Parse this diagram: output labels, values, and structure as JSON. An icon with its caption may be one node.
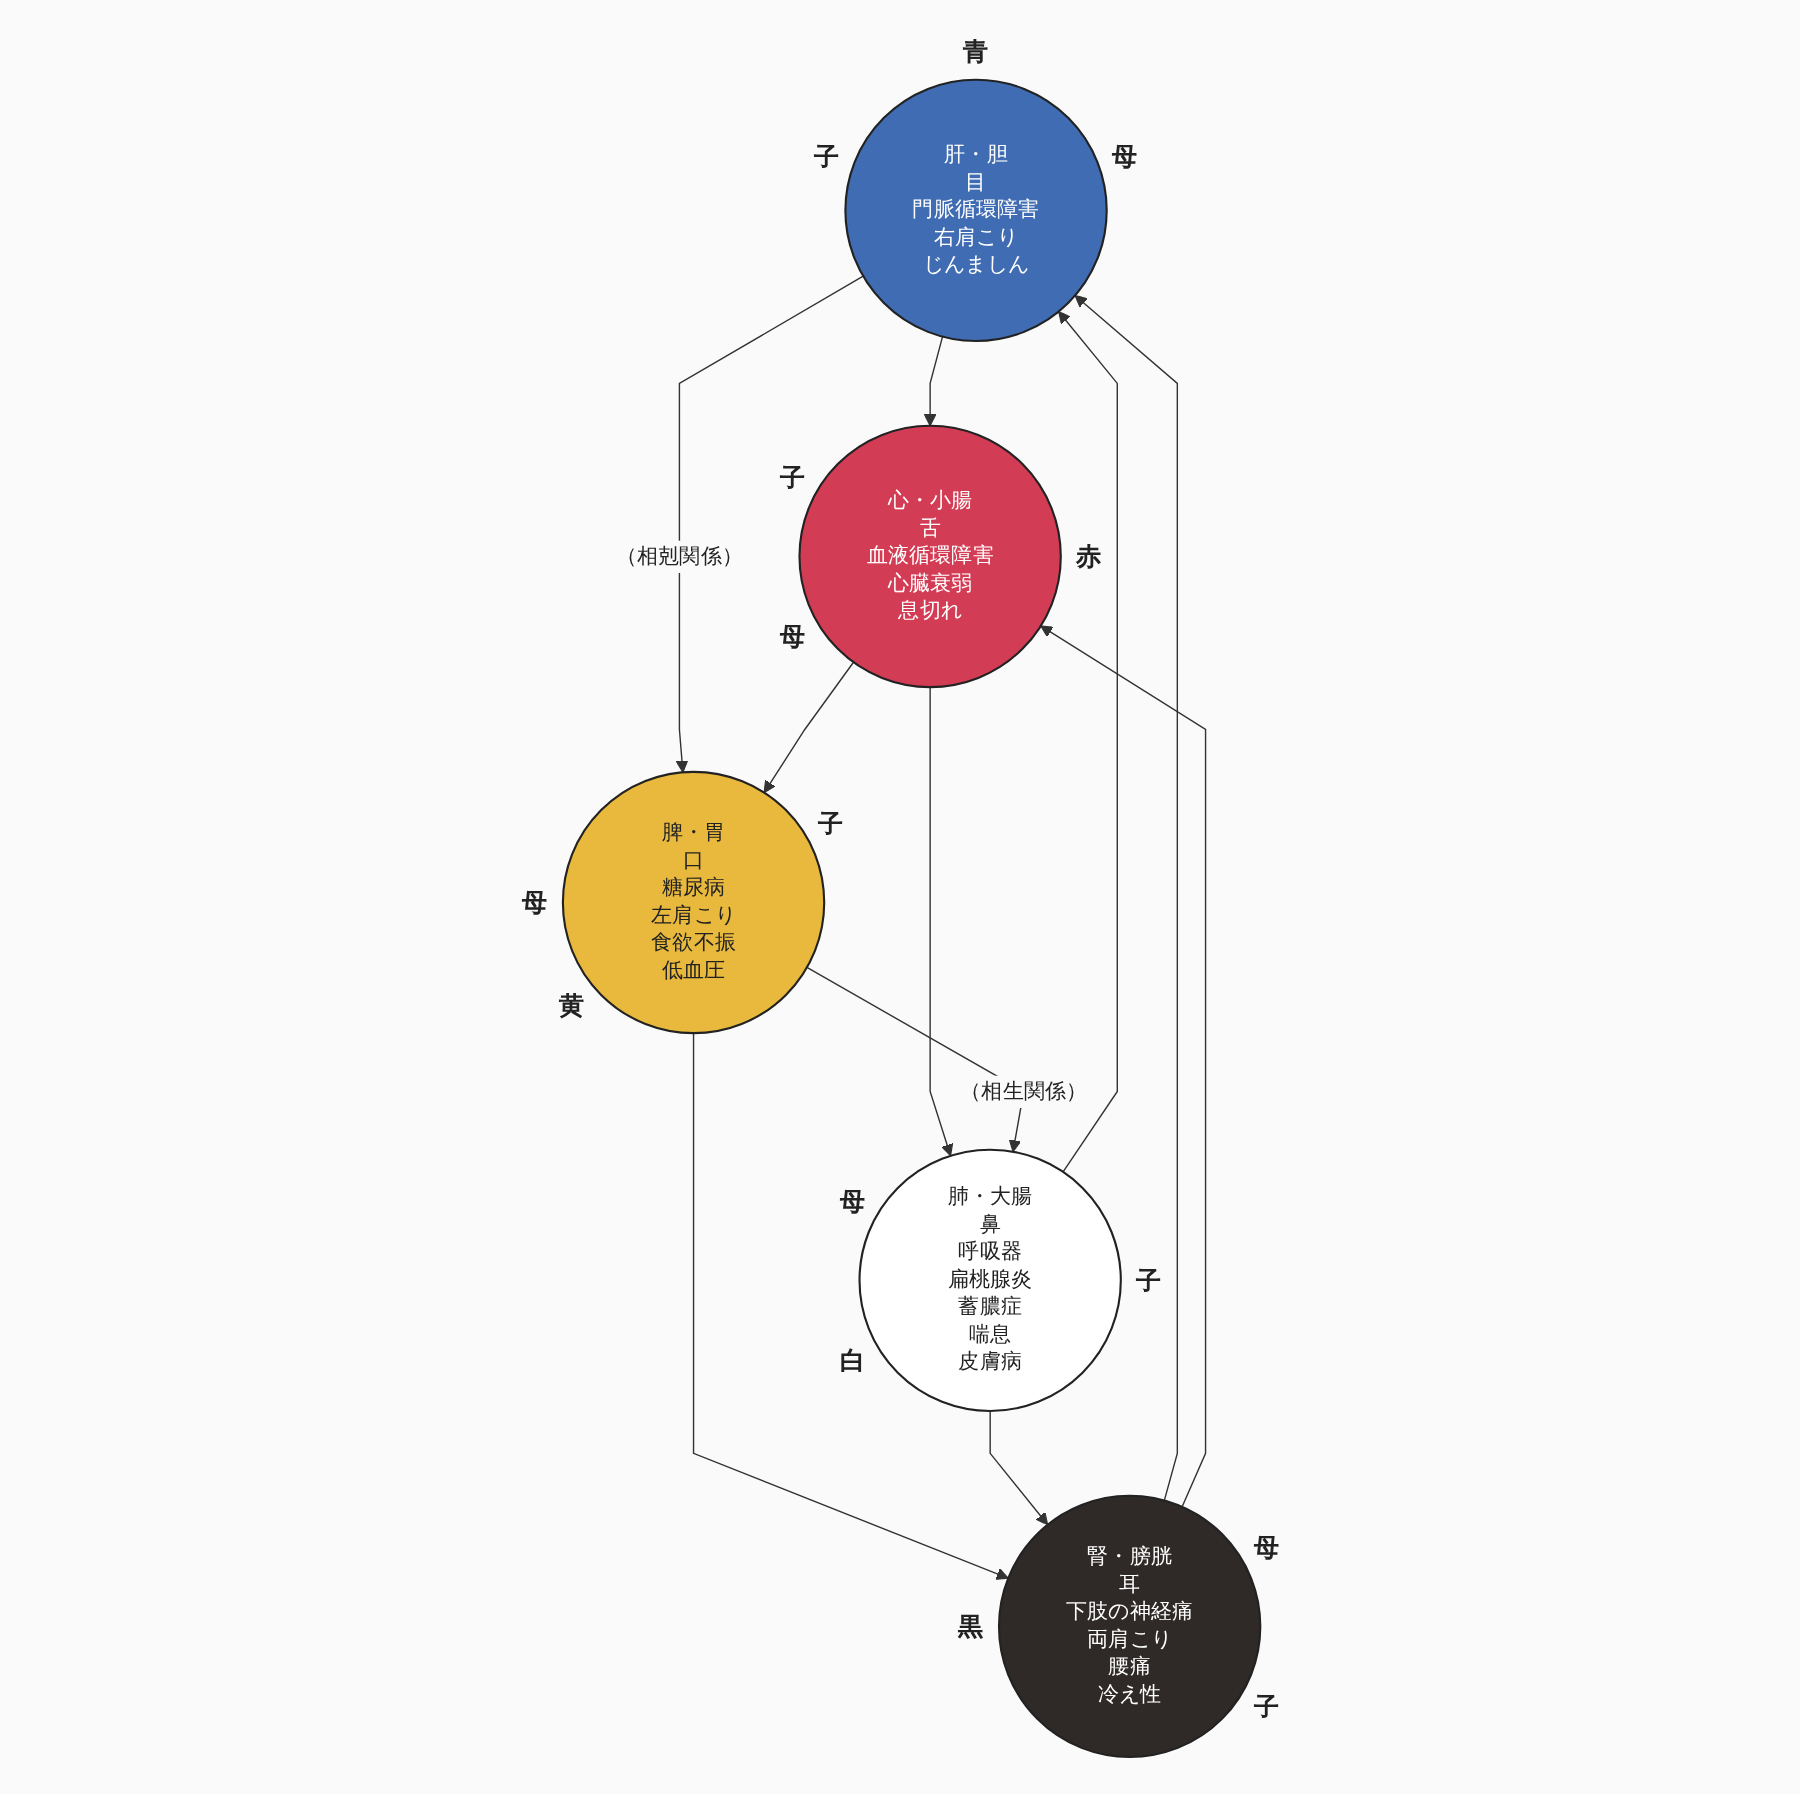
{
  "diagram": {
    "nodes": [
      {
        "text": [
          "肝・胆",
          "目",
          "門脈循環障害",
          "右肩こり",
          "じんましん"
        ],
        "beside": [
          "青",
          "子",
          "母"
        ]
      },
      {
        "text": [
          "腎・膀胱",
          "耳",
          "下肢の神経痛",
          "両肩こり",
          "腰痛",
          "冷え性"
        ],
        "beside": [
          "母",
          "黒",
          "子"
        ]
      },
      {
        "text": [
          "心・小腸",
          "舌",
          "血液循環障害",
          "心臓衰弱",
          "息切れ"
        ],
        "beside": [
          "子",
          "赤",
          "母"
        ]
      },
      {
        "text": [
          "肺・大腸",
          "鼻",
          "呼吸器",
          "扁桃腺炎",
          "蓄膿症",
          "喘息",
          "皮膚病"
        ],
        "beside": [
          "母",
          "子",
          "白"
        ]
      },
      {
        "text": [
          "脾・胃",
          "口",
          "糖尿病",
          "左肩こり",
          "食欲不振",
          "低血圧"
        ],
        "beside": [
          "子",
          "母",
          "黄"
        ]
      }
    ],
    "edges": [
      {
        "from": 1,
        "to": 0,
        "arrow": "to"
      },
      {
        "from": 0,
        "to": 2,
        "arrow": "to"
      },
      {
        "from": 0,
        "to": 4,
        "arrow": "to",
        "label": "（相剋関係）"
      },
      {
        "from": 1,
        "to": 2,
        "arrow": "to"
      },
      {
        "from": 4,
        "to": 1,
        "arrow": "to"
      },
      {
        "from": 2,
        "to": 3,
        "arrow": "to"
      },
      {
        "from": 2,
        "to": 4,
        "arrow": "to"
      },
      {
        "from": 3,
        "to": 1,
        "arrow": "to"
      },
      {
        "from": 3,
        "to": 0,
        "arrow": "to"
      },
      {
        "from": 4,
        "to": 3,
        "arrow": "to",
        "label": "（相生関係）"
      }
    ]
  }
}
